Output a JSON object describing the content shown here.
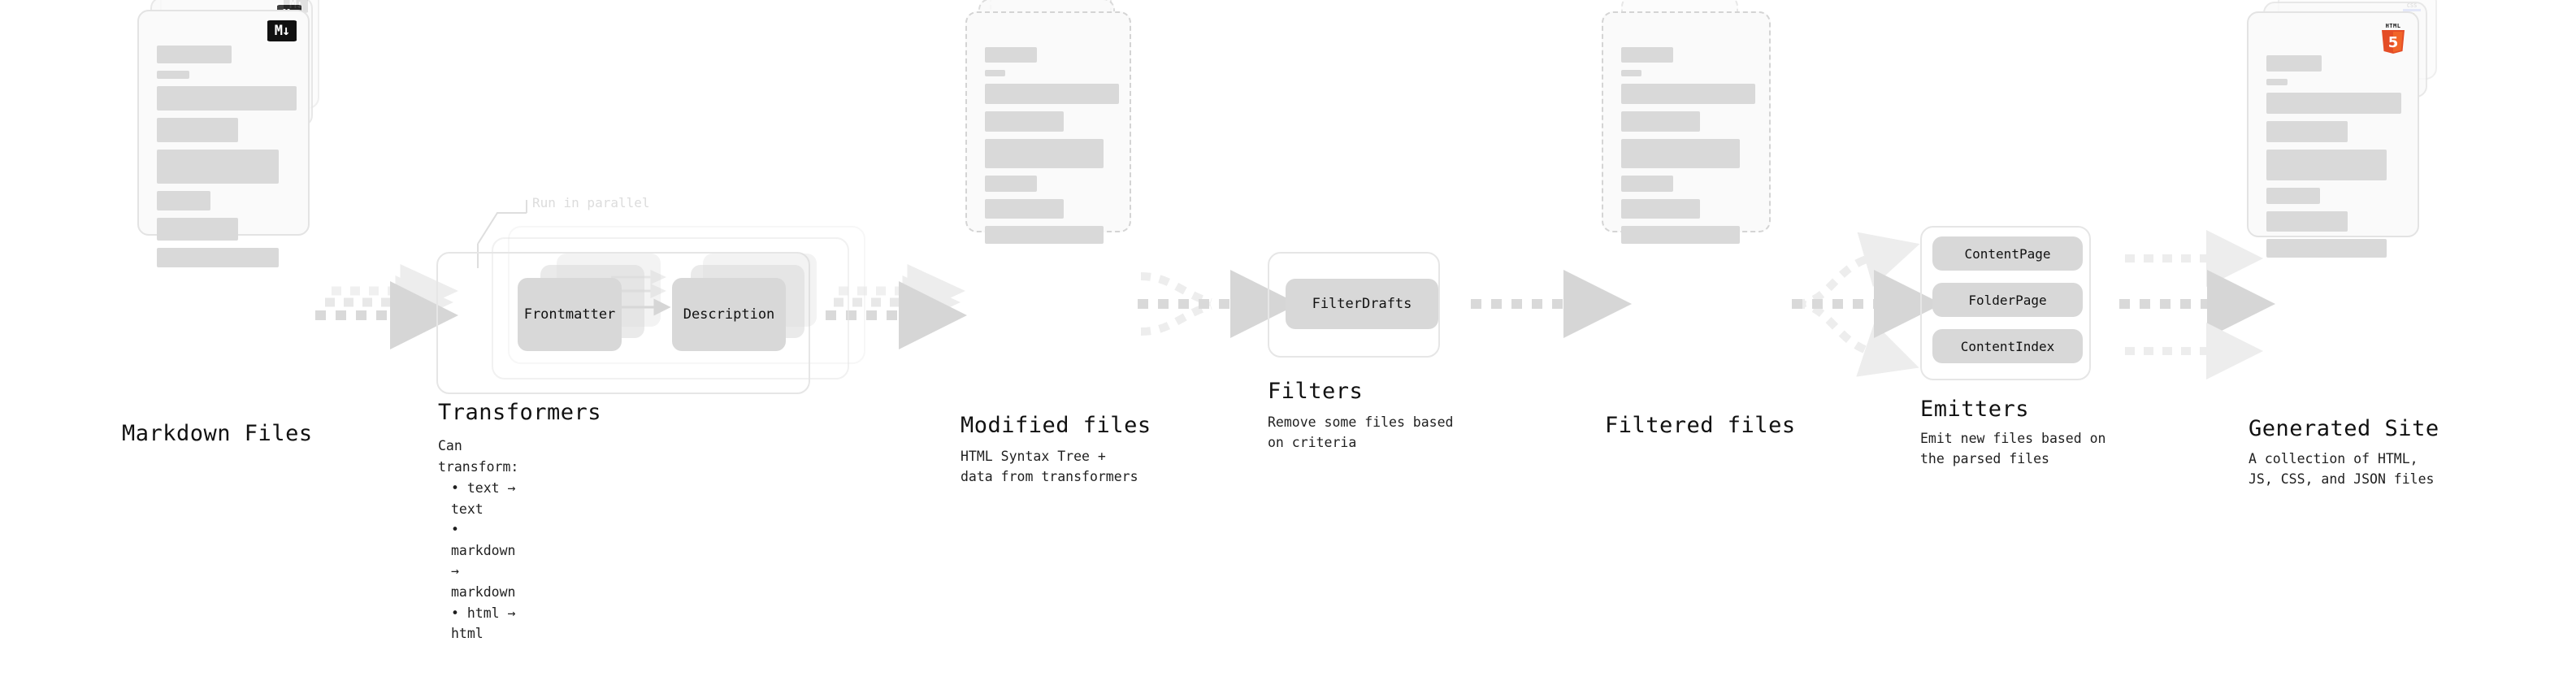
{
  "diagram": {
    "title_font_note": "monospace technical flow diagram",
    "background": "#ffffff",
    "accent_gray": "#d9d9d9",
    "stages": [
      {
        "id": "markdown-files",
        "title": "Markdown Files",
        "caption": "",
        "badge": "M↓",
        "badge_name": "markdown-icon",
        "card_style": "solid",
        "stack_count": 3
      },
      {
        "id": "transformers",
        "title": "Transformers",
        "caption": "",
        "note": "Run in parallel",
        "chips": [
          "Frontmatter",
          "Description"
        ],
        "bullets_header": "Can transform:",
        "bullets": [
          "text → text",
          "markdown → markdown",
          "html → html"
        ],
        "stack_count": 3
      },
      {
        "id": "modified-files",
        "title": "Modified files",
        "caption": "HTML Syntax Tree +\ndata from transformers",
        "card_style": "dashed",
        "stack_count": 3
      },
      {
        "id": "filters",
        "title": "Filters",
        "caption": "Remove some files based\non criteria",
        "chips": [
          "FilterDrafts"
        ]
      },
      {
        "id": "filtered-files",
        "title": "Filtered files",
        "caption": "",
        "card_style": "dashed",
        "stack_count": 2
      },
      {
        "id": "emitters",
        "title": "Emitters",
        "caption": "Emit new files based on\nthe parsed files",
        "chips": [
          "ContentPage",
          "FolderPage",
          "ContentIndex"
        ]
      },
      {
        "id": "generated-site",
        "title": "Generated Site",
        "caption": "A collection of HTML,\nJS, CSS, and JSON files",
        "card_style": "solid",
        "stack_count": 3,
        "badges": [
          {
            "name": "css3-icon",
            "label": "CSS",
            "color": "#264de4"
          },
          {
            "name": "javascript-icon",
            "label": "JS",
            "color": "#f7df1e"
          },
          {
            "name": "html5-icon",
            "label": "HTML",
            "color": "#e44d26"
          }
        ]
      }
    ],
    "doc_lines": [
      {
        "w": 92,
        "h": 22
      },
      {
        "w": 40,
        "h": 10
      },
      {
        "w": 196,
        "h": 34
      },
      {
        "w": 102,
        "h": 34
      },
      {
        "w": 172,
        "h": 48
      },
      {
        "w": 72,
        "h": 27
      },
      {
        "w": 103,
        "h": 33
      },
      {
        "w": 168,
        "h": 26
      }
    ]
  }
}
